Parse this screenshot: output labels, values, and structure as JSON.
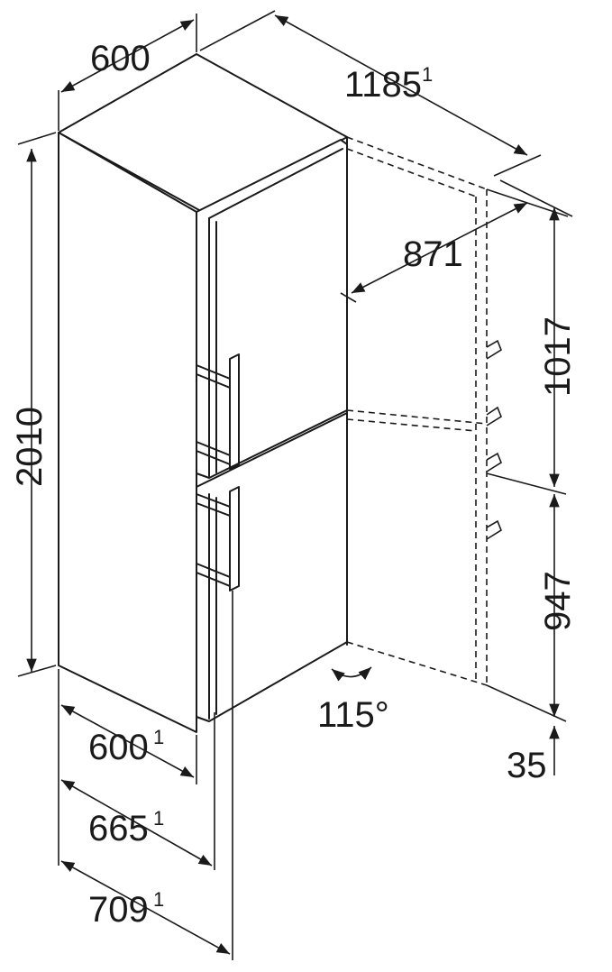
{
  "dimensions": {
    "top_width": "600",
    "open_depth": "1185",
    "open_depth_note": "1",
    "door_swing_depth": "871",
    "height": "2010",
    "freezer_height": "1017",
    "fridge_height": "947",
    "floor_gap": "35",
    "door_angle": "115°",
    "depth_body": "600",
    "depth_body_note": "1",
    "depth_door": "665",
    "depth_door_note": "1",
    "depth_handle": "709",
    "depth_handle_note": "1"
  },
  "colors": {
    "line": "#1a1a1a",
    "background": "#ffffff"
  }
}
